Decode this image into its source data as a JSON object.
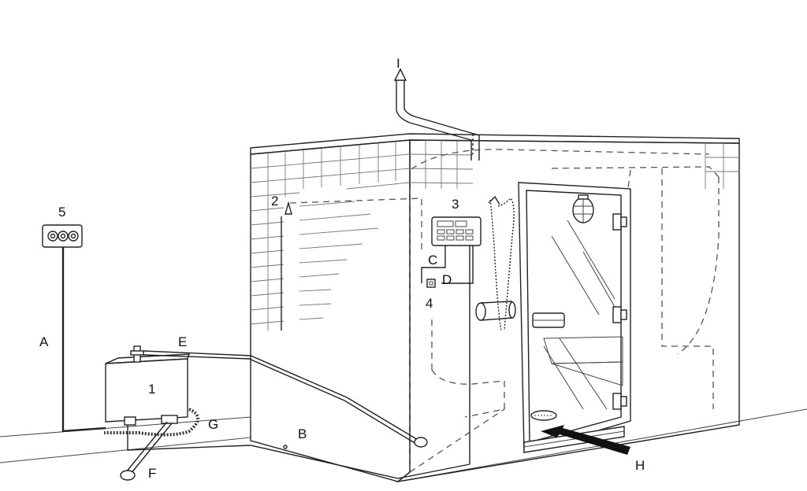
{
  "labels": {
    "l1": "1",
    "l2": "2",
    "l3": "3",
    "l4": "4",
    "l5": "5",
    "lA": "A",
    "lB": "B",
    "lC": "C",
    "lD": "D",
    "lE": "E",
    "lF": "F",
    "lG": "G",
    "lH": "H",
    "lI": "I"
  }
}
